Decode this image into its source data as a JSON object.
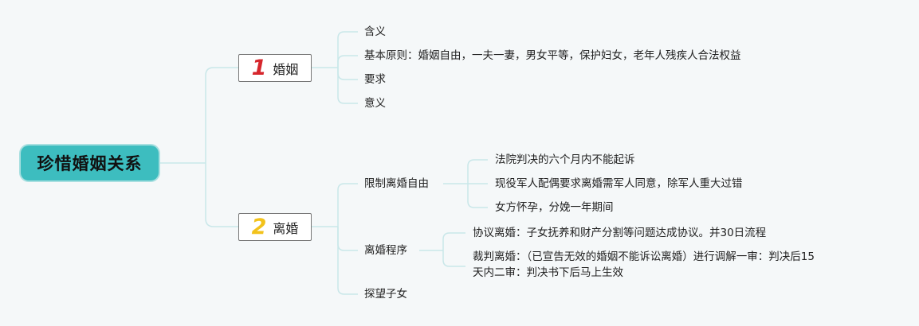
{
  "root": {
    "label": "珍惜婚姻关系"
  },
  "branches": [
    {
      "number": "1",
      "label": "婚姻",
      "children": [
        "含义",
        "基本原则：婚姻自由，一夫一妻，男女平等，保护妇女，老年人残疾人合法权益",
        "要求",
        "意义"
      ]
    },
    {
      "number": "2",
      "label": "离婚",
      "children": [
        {
          "label": "限制离婚自由",
          "children": [
            "法院判决的六个月内不能起诉",
            "现役军人配偶要求离婚需军人同意，除军人重大过错",
            "女方怀孕，分娩一年期间"
          ]
        },
        {
          "label": "离婚程序",
          "children": [
            "协议离婚：子女抚养和财产分割等问题达成协议。并30日流程",
            "裁判离婚：（已宣告无效的婚姻不能诉讼离婚）进行调解一审：判决后15天内二审：判决书下后马上生效"
          ]
        },
        {
          "label": "探望子女"
        }
      ]
    }
  ],
  "colors": {
    "root_fill": "#3dbdbf",
    "edge": "#c5e6e8",
    "num1": "#d6262c",
    "num2": "#f2c21b"
  }
}
